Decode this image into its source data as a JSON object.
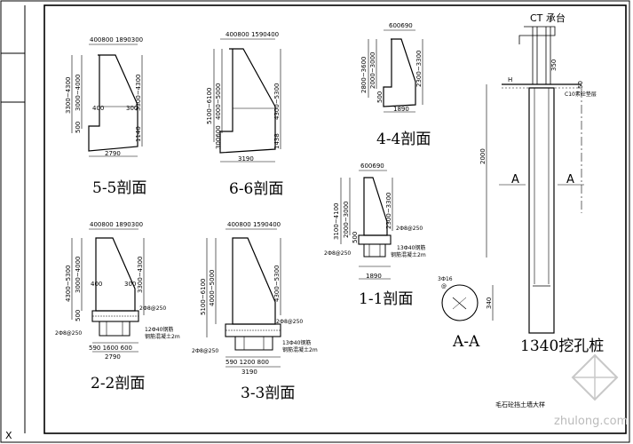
{
  "drawing": {
    "title_top": "CT 承台",
    "caption": "毛石砼挡土墙大样",
    "watermark": "zhulong.com"
  },
  "sections": {
    "s55": {
      "label": "5-5剖面",
      "top_dims": "400800 1890300",
      "left_dim_1": "3300~4300",
      "left_dim_2": "3000~4000",
      "right_dim": "3300~4300",
      "left_small": "500",
      "top_w": "400",
      "mid_w": "300",
      "right_small": "1140",
      "bottom_dim": "2790"
    },
    "s66": {
      "label": "6-6剖面",
      "top_dims": "400800 1590400",
      "left_dim_1": "5100~6100",
      "left_dim_2": "4000~5000",
      "right_dim": "4300~5300",
      "left_small": "300600",
      "right_small": "1438",
      "bottom_dim": "3190"
    },
    "s44": {
      "label": "4-4剖面",
      "top_dims": "600690",
      "left_dim_1": "2800~3600",
      "left_dim_2": "2000~3000",
      "right_dim": "2300~3300",
      "left_small": "500",
      "bottom_dim": "1890"
    },
    "s22": {
      "label": "2-2剖面",
      "top_dims": "400800 1890300",
      "left_dim_1": "4300~5300",
      "left_dim_2": "3000~4000",
      "right_dim": "3300~4300",
      "left_small": "500",
      "top_w": "400",
      "mid_w": "300",
      "rebar_1": "2Ф8@250",
      "rebar_2": "2Ф8@250",
      "rebar_3": "12Ф40钢筋",
      "rebar_4": "钢筋混凝土2m",
      "bottom_dims": "590 1600 600",
      "bottom_dim": "2790"
    },
    "s33": {
      "label": "3-3剖面",
      "top_dims": "400800 1590400",
      "left_dim_1": "5100~6100",
      "left_dim_2": "4000~5000",
      "right_dim": "4300~5300",
      "rebar_1": "2Ф8@250",
      "rebar_2": "2Ф8@250",
      "rebar_3": "13Ф40钢筋",
      "rebar_4": "钢筋混凝土2m",
      "bottom_dims": "590 1200 800",
      "bottom_dim": "3190"
    },
    "s11": {
      "label": "1-1剖面",
      "top_dims": "600690",
      "left_dim_1": "3100~4100",
      "left_dim_2": "2000~3000",
      "right_dim": "2300~3300",
      "left_small": "500",
      "rebar_1": "2Ф8@250",
      "rebar_2": "2Ф8@250",
      "rebar_3": "13Ф40钢筋",
      "rebar_4": "钢筋混凝土2m",
      "bottom_dim": "1890"
    },
    "aa": {
      "label": "A-A",
      "circle_note_1": "3Ф16",
      "circle_note_2": "@",
      "dim": "340"
    },
    "pile": {
      "label": "1340挖孔桩",
      "cap_label": "CT 承台",
      "h": "H",
      "top_dim": "350",
      "side_dim": "50",
      "note": "C10素砼垫层",
      "length_dim": "2000",
      "a_left": "A",
      "a_right": "A"
    }
  }
}
